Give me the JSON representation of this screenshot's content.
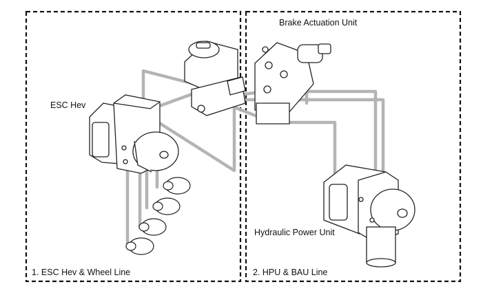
{
  "labels": {
    "left_component": "ESC Hev",
    "right_top_component": "Brake Actuation Unit",
    "right_bottom_component": "Hydraulic Power Unit"
  },
  "panels": {
    "left_caption": "1. ESC Hev & Wheel Line",
    "right_caption": "2. HPU & BAU Line"
  },
  "colors": {
    "border": "#111111",
    "pipe": "#b4b4b4",
    "outline": "#222222"
  }
}
